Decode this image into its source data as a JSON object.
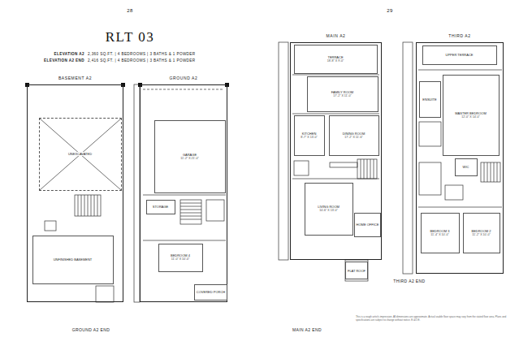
{
  "diagram": {
    "title": "RLT 03",
    "nodes": [
      {
        "text": [
          "BASEMENT A2"
        ]
      },
      {
        "text": [
          "UNEXCAVATED"
        ],
        "in": 0
      },
      {
        "text": [
          "UNFINISHED BASEMENT"
        ],
        "in": 0
      },
      {
        "text": [
          "GROUND A2"
        ]
      },
      {
        "text": [
          "GARAGE",
          "11'-2\" X 21'-0\""
        ],
        "in": 3
      },
      {
        "text": [
          "STORAGE"
        ],
        "in": 3
      },
      {
        "text": [
          "BEDROOM 4",
          "11'-0\" X 10'-0\""
        ],
        "in": 3
      },
      {
        "text": [
          "COVERED PORCH"
        ],
        "in": 3
      },
      {
        "text": [
          "MAIN A2"
        ]
      },
      {
        "text": [
          "TERRACE",
          "18'-8\" X 9'-0\""
        ],
        "in": 8
      },
      {
        "text": [
          "FAMILY ROOM",
          "17'-2\" X 11'-0\""
        ],
        "in": 8
      },
      {
        "text": [
          "DINING ROOM",
          "17'-2\" X 11'-6\""
        ],
        "in": 8
      },
      {
        "text": [
          "KITCHEN",
          "8'-7\" X 13'-0\""
        ],
        "in": 8
      },
      {
        "text": [
          "LIVING ROOM",
          "10'-6\" X 13'-0\""
        ],
        "in": 8
      },
      {
        "text": [
          "HOME OFFICE"
        ],
        "in": 8
      },
      {
        "text": [
          "FLAT ROOF"
        ]
      },
      {
        "text": [
          "THIRD A2"
        ]
      },
      {
        "text": [
          "UPPER TERRACE"
        ],
        "in": 16
      },
      {
        "text": [
          "MASTER BEDROOM",
          "12'-0\" X 14'-0\""
        ],
        "in": 16
      },
      {
        "text": [
          "WIC"
        ],
        "in": 16
      },
      {
        "text": [
          "ENSUITE"
        ],
        "in": 16
      },
      {
        "text": [
          "BEDROOM 3",
          "11'-4\" X 10'-0\""
        ],
        "in": 16
      },
      {
        "text": [
          "BEDROOM 2",
          "11'-2\" X 10'-0\""
        ],
        "in": 16
      }
    ],
    "labels": [
      "28",
      "29",
      "ELEVATION A2",
      "2,360 SQ.FT. | 4 BEDROOMS | 3 BATHS & 1 POWDER",
      "ELEVATION A2 END",
      "2,416 SQ.FT. | 4 BEDROOMS | 3 BATHS & 1 POWDER",
      "GROUND A2 END",
      "MAIN A2 END",
      "THIRD A2 END",
      "This is a rough artist's impression. All dimensions are approximate. Actual usable floor space may vary from the stated floor area. Plans and specifications are subject to change without notice. E.&O.E."
    ]
  }
}
